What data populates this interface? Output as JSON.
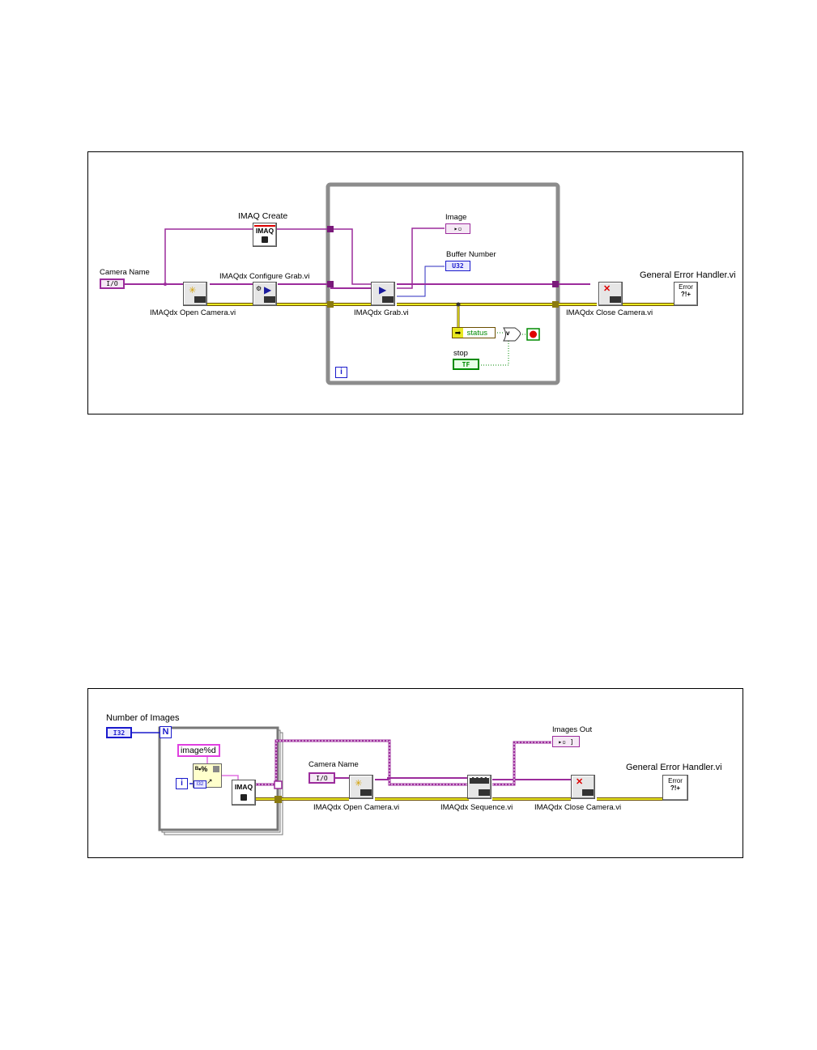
{
  "diagram1": {
    "camera_name": "Camera Name",
    "camera_name_type": "I/O",
    "imaq_create": "IMAQ Create",
    "imaq_create_icon": "IMAQ",
    "open_camera": "IMAQdx Open Camera.vi",
    "configure_grab": "IMAQdx Configure Grab.vi",
    "grab": "IMAQdx Grab.vi",
    "close_camera": "IMAQdx Close Camera.vi",
    "error_handler": "General Error Handler.vi",
    "error_icon_text": "Error",
    "error_icon_sym": "?!+",
    "image": "Image",
    "buffer_number": "Buffer Number",
    "buffer_type": "U32",
    "status": "status",
    "stop": "stop",
    "stop_type": "TF",
    "iteration": "i",
    "or_symbol": "v"
  },
  "diagram2": {
    "number_of_images": "Number of Images",
    "number_type": "I32",
    "loop_count": "N",
    "format_string": "image%d",
    "iteration": "i",
    "index_type": "I32",
    "imaq_icon": "IMAQ",
    "camera_name": "Camera Name",
    "camera_name_type": "I/O",
    "open_camera": "IMAQdx Open Camera.vi",
    "sequence": "IMAQdx Sequence.vi",
    "close_camera": "IMAQdx Close Camera.vi",
    "images_out": "Images Out",
    "error_handler": "General Error Handler.vi",
    "error_icon_text": "Error",
    "error_icon_sym": "?!+"
  },
  "colors": {
    "wire_image": "#9c2c9c",
    "wire_error": "#c8c800",
    "wire_dark": "#6b4e00",
    "numeric_blue": "#1a1acc",
    "boolean_green": "#008a00",
    "loop_gray": "#8c8c8c"
  }
}
